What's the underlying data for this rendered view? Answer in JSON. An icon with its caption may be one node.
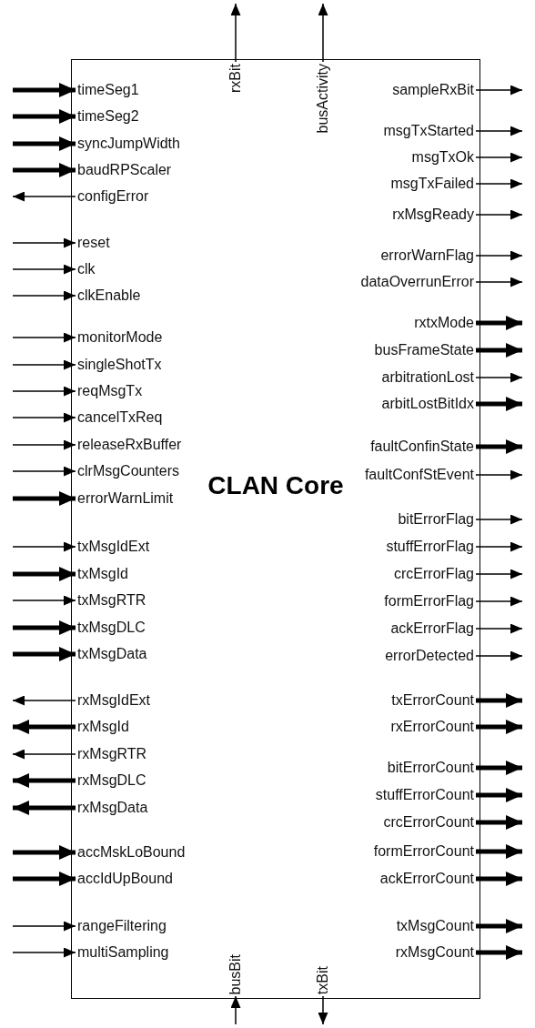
{
  "diagram": {
    "nodes": [
      {
        "text": [
          "CLAN Core"
        ]
      },
      {
        "text": [
          "timeSeg1"
        ],
        "in": 0
      },
      {
        "text": [
          "timeSeg2"
        ],
        "in": 0
      },
      {
        "text": [
          "syncJumpWidth"
        ],
        "in": 0
      },
      {
        "text": [
          "baudRPScaler"
        ],
        "in": 0
      },
      {
        "text": [
          "configError"
        ],
        "in": 0
      },
      {
        "text": [
          "reset"
        ],
        "in": 0
      },
      {
        "text": [
          "clk"
        ],
        "in": 0
      },
      {
        "text": [
          "clkEnable"
        ],
        "in": 0
      },
      {
        "text": [
          "monitorMode"
        ],
        "in": 0
      },
      {
        "text": [
          "singleShotTx"
        ],
        "in": 0
      },
      {
        "text": [
          "reqMsgTx"
        ],
        "in": 0
      },
      {
        "text": [
          "cancelTxReq"
        ],
        "in": 0
      },
      {
        "text": [
          "releaseRxBuffer"
        ],
        "in": 0
      },
      {
        "text": [
          "clrMsgCounters"
        ],
        "in": 0
      },
      {
        "text": [
          "errorWarnLimit"
        ],
        "in": 0
      },
      {
        "text": [
          "txMsgIdExt"
        ],
        "in": 0
      },
      {
        "text": [
          "txMsgId"
        ],
        "in": 0
      },
      {
        "text": [
          "txMsgRTR"
        ],
        "in": 0
      },
      {
        "text": [
          "txMsgDLC"
        ],
        "in": 0
      },
      {
        "text": [
          "txMsgData"
        ],
        "in": 0
      },
      {
        "text": [
          "rxMsgIdExt"
        ],
        "in": 0
      },
      {
        "text": [
          "rxMsgId"
        ],
        "in": 0
      },
      {
        "text": [
          "rxMsgRTR"
        ],
        "in": 0
      },
      {
        "text": [
          "rxMsgDLC"
        ],
        "in": 0
      },
      {
        "text": [
          "rxMsgData"
        ],
        "in": 0
      },
      {
        "text": [
          "accMskLoBound"
        ],
        "in": 0
      },
      {
        "text": [
          "accIdUpBound"
        ],
        "in": 0
      },
      {
        "text": [
          "rangeFiltering"
        ],
        "in": 0
      },
      {
        "text": [
          "multiSampling"
        ],
        "in": 0
      },
      {
        "text": [
          "sampleRxBit"
        ],
        "in": 0
      },
      {
        "text": [
          "msgTxStarted"
        ],
        "in": 0
      },
      {
        "text": [
          "msgTxOk"
        ],
        "in": 0
      },
      {
        "text": [
          "msgTxFailed"
        ],
        "in": 0
      },
      {
        "text": [
          "rxMsgReady"
        ],
        "in": 0
      },
      {
        "text": [
          "errorWarnFlag"
        ],
        "in": 0
      },
      {
        "text": [
          "dataOverrunError"
        ],
        "in": 0
      },
      {
        "text": [
          "rxtxMode"
        ],
        "in": 0
      },
      {
        "text": [
          "busFrameState"
        ],
        "in": 0
      },
      {
        "text": [
          "arbitrationLost"
        ],
        "in": 0
      },
      {
        "text": [
          "arbitLostBitIdx"
        ],
        "in": 0
      },
      {
        "text": [
          "faultConfinState"
        ],
        "in": 0
      },
      {
        "text": [
          "faultConfStEvent"
        ],
        "in": 0
      },
      {
        "text": [
          "bitErrorFlag"
        ],
        "in": 0
      },
      {
        "text": [
          "stuffErrorFlag"
        ],
        "in": 0
      },
      {
        "text": [
          "crcErrorFlag"
        ],
        "in": 0
      },
      {
        "text": [
          "formErrorFlag"
        ],
        "in": 0
      },
      {
        "text": [
          "ackErrorFlag"
        ],
        "in": 0
      },
      {
        "text": [
          "errorDetected"
        ],
        "in": 0
      },
      {
        "text": [
          "txErrorCount"
        ],
        "in": 0
      },
      {
        "text": [
          "rxErrorCount"
        ],
        "in": 0
      },
      {
        "text": [
          "bitErrorCount"
        ],
        "in": 0
      },
      {
        "text": [
          "stuffErrorCount"
        ],
        "in": 0
      },
      {
        "text": [
          "crcErrorCount"
        ],
        "in": 0
      },
      {
        "text": [
          "formErrorCount"
        ],
        "in": 0
      },
      {
        "text": [
          "ackErrorCount"
        ],
        "in": 0
      },
      {
        "text": [
          "txMsgCount"
        ],
        "in": 0
      },
      {
        "text": [
          "rxMsgCount"
        ],
        "in": 0
      },
      {
        "text": [
          "rxBit"
        ],
        "in": 0
      },
      {
        "text": [
          "busActivity"
        ],
        "in": 0
      },
      {
        "text": [
          "busBit"
        ],
        "in": 0
      },
      {
        "text": [
          "txBit"
        ],
        "in": 0
      }
    ],
    "edges": [
      {
        "from": null,
        "to": 1,
        "arrow": "to",
        "style": "thick"
      },
      {
        "from": null,
        "to": 2,
        "arrow": "to",
        "style": "thick"
      },
      {
        "from": null,
        "to": 3,
        "arrow": "to",
        "style": "thick"
      },
      {
        "from": null,
        "to": 4,
        "arrow": "to",
        "style": "thick"
      },
      {
        "from": 5,
        "to": null,
        "arrow": "to"
      },
      {
        "from": null,
        "to": 6,
        "arrow": "to"
      },
      {
        "from": null,
        "to": 7,
        "arrow": "to"
      },
      {
        "from": null,
        "to": 8,
        "arrow": "to"
      },
      {
        "from": null,
        "to": 9,
        "arrow": "to"
      },
      {
        "from": null,
        "to": 10,
        "arrow": "to"
      },
      {
        "from": null,
        "to": 11,
        "arrow": "to"
      },
      {
        "from": null,
        "to": 12,
        "arrow": "to"
      },
      {
        "from": null,
        "to": 13,
        "arrow": "to"
      },
      {
        "from": null,
        "to": 14,
        "arrow": "to"
      },
      {
        "from": null,
        "to": 15,
        "arrow": "to",
        "style": "thick"
      },
      {
        "from": null,
        "to": 16,
        "arrow": "to"
      },
      {
        "from": null,
        "to": 17,
        "arrow": "to",
        "style": "thick"
      },
      {
        "from": null,
        "to": 18,
        "arrow": "to"
      },
      {
        "from": null,
        "to": 19,
        "arrow": "to",
        "style": "thick"
      },
      {
        "from": null,
        "to": 20,
        "arrow": "to",
        "style": "thick"
      },
      {
        "from": 21,
        "to": null,
        "arrow": "to"
      },
      {
        "from": 22,
        "to": null,
        "arrow": "to",
        "style": "thick"
      },
      {
        "from": 23,
        "to": null,
        "arrow": "to"
      },
      {
        "from": 24,
        "to": null,
        "arrow": "to",
        "style": "thick"
      },
      {
        "from": 25,
        "to": null,
        "arrow": "to",
        "style": "thick"
      },
      {
        "from": null,
        "to": 26,
        "arrow": "to",
        "style": "thick"
      },
      {
        "from": null,
        "to": 27,
        "arrow": "to",
        "style": "thick"
      },
      {
        "from": null,
        "to": 28,
        "arrow": "to"
      },
      {
        "from": null,
        "to": 29,
        "arrow": "to"
      },
      {
        "from": 30,
        "to": null,
        "arrow": "to"
      },
      {
        "from": 31,
        "to": null,
        "arrow": "to"
      },
      {
        "from": 32,
        "to": null,
        "arrow": "to"
      },
      {
        "from": 33,
        "to": null,
        "arrow": "to"
      },
      {
        "from": 34,
        "to": null,
        "arrow": "to"
      },
      {
        "from": 35,
        "to": null,
        "arrow": "to"
      },
      {
        "from": 36,
        "to": null,
        "arrow": "to"
      },
      {
        "from": 37,
        "to": null,
        "arrow": "to",
        "style": "thick"
      },
      {
        "from": 38,
        "to": null,
        "arrow": "to",
        "style": "thick"
      },
      {
        "from": 39,
        "to": null,
        "arrow": "to"
      },
      {
        "from": 40,
        "to": null,
        "arrow": "to",
        "style": "thick"
      },
      {
        "from": 41,
        "to": null,
        "arrow": "to",
        "style": "thick"
      },
      {
        "from": 42,
        "to": null,
        "arrow": "to"
      },
      {
        "from": 43,
        "to": null,
        "arrow": "to"
      },
      {
        "from": 44,
        "to": null,
        "arrow": "to"
      },
      {
        "from": 45,
        "to": null,
        "arrow": "to"
      },
      {
        "from": 46,
        "to": null,
        "arrow": "to"
      },
      {
        "from": 47,
        "to": null,
        "arrow": "to"
      },
      {
        "from": 48,
        "to": null,
        "arrow": "to"
      },
      {
        "from": 49,
        "to": null,
        "arrow": "to",
        "style": "thick"
      },
      {
        "from": 50,
        "to": null,
        "arrow": "to",
        "style": "thick"
      },
      {
        "from": 51,
        "to": null,
        "arrow": "to",
        "style": "thick"
      },
      {
        "from": 52,
        "to": null,
        "arrow": "to",
        "style": "thick"
      },
      {
        "from": 53,
        "to": null,
        "arrow": "to",
        "style": "thick"
      },
      {
        "from": 54,
        "to": null,
        "arrow": "to",
        "style": "thick"
      },
      {
        "from": 55,
        "to": null,
        "arrow": "to",
        "style": "thick"
      },
      {
        "from": 56,
        "to": null,
        "arrow": "to",
        "style": "thick"
      },
      {
        "from": 57,
        "to": null,
        "arrow": "to",
        "style": "thick"
      },
      {
        "from": 58,
        "to": null,
        "arrow": "to"
      },
      {
        "from": 59,
        "to": null,
        "arrow": "to"
      },
      {
        "from": null,
        "to": 60,
        "arrow": "to"
      },
      {
        "from": 61,
        "to": null,
        "arrow": "to"
      }
    ]
  }
}
